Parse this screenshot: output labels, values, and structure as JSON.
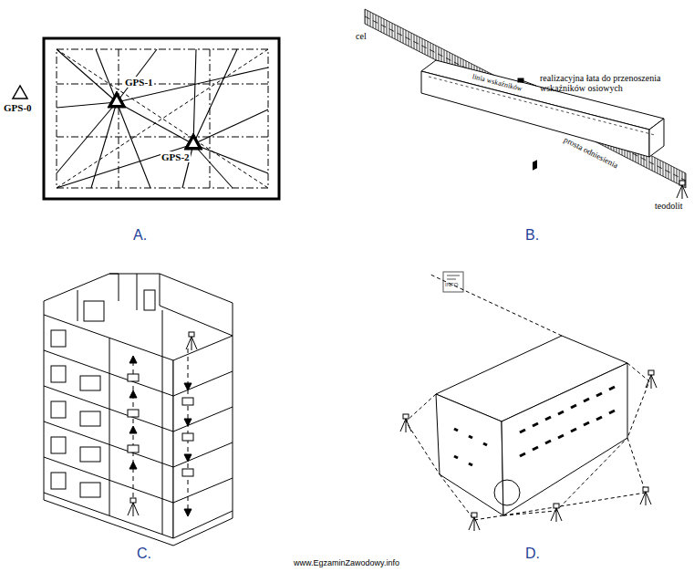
{
  "diagram": {
    "labels": [
      "GPS-0",
      "GPS-1",
      "GPS-2",
      "A.",
      "cel",
      "realizacyjna łata do przenoszenia wskaźników osiowych",
      "linia wskaźników",
      "prosta odniesienia",
      "teodolit",
      "B.",
      "INFO",
      "C.",
      "D.",
      "www.EgzaminZawodowy.info"
    ]
  }
}
